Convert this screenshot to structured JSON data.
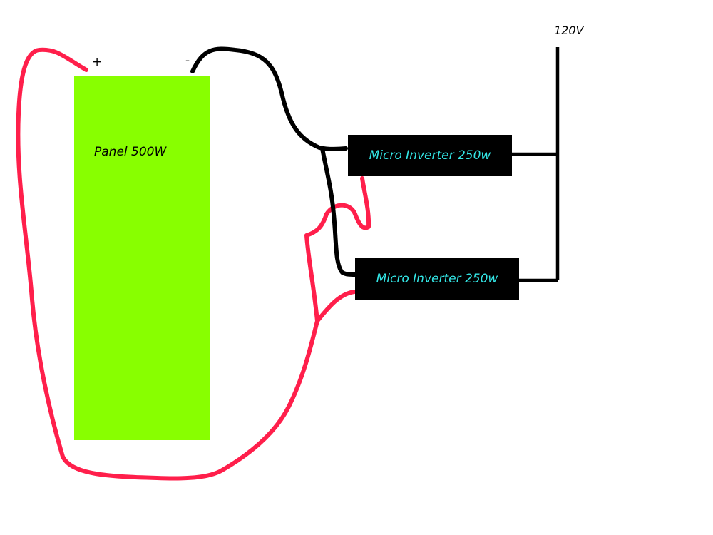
{
  "panel": {
    "label": "Panel 500W"
  },
  "terminals": {
    "positive": "+",
    "negative": "-"
  },
  "inverters": [
    {
      "label": "Micro Inverter 250w"
    },
    {
      "label": "Micro Inverter 250w"
    }
  ],
  "bus": {
    "label": "120V"
  },
  "colors": {
    "panel_fill": "#88ff00",
    "inverter_fill": "#000000",
    "inverter_text": "#33e6e6",
    "positive_wire": "#ff1f4b",
    "negative_wire": "#000000",
    "bus_line": "#000000"
  }
}
